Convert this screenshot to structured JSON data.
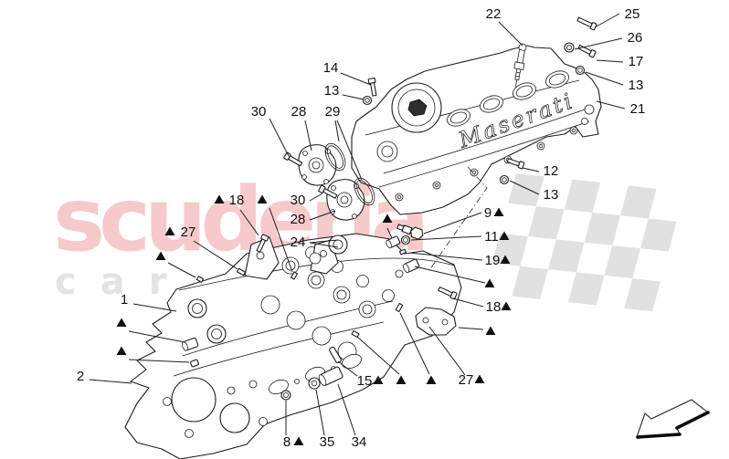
{
  "watermark": {
    "brand": "scuderia",
    "tagline": "car parts",
    "brand_color": "#f6caca",
    "tagline_color": "#e3e3e3",
    "flag_color": "#d9d9d9"
  },
  "diagram": {
    "cover_script": "Maserati",
    "description_parts": {
      "cylinder_head_label": "1",
      "camshaft_cover_label": "21"
    },
    "callouts": [
      {
        "label": "22",
        "marker": "none"
      },
      {
        "label": "25",
        "marker": "none"
      },
      {
        "label": "26",
        "marker": "none"
      },
      {
        "label": "17",
        "marker": "none"
      },
      {
        "label": "13",
        "marker": "none"
      },
      {
        "label": "21",
        "marker": "none"
      },
      {
        "label": "14",
        "marker": "none"
      },
      {
        "label": "13",
        "marker": "none"
      },
      {
        "label": "30",
        "marker": "none"
      },
      {
        "label": "28",
        "marker": "none"
      },
      {
        "label": "29",
        "marker": "none"
      },
      {
        "label": "12",
        "marker": "none"
      },
      {
        "label": "13",
        "marker": "none"
      },
      {
        "label": "9",
        "marker": "right"
      },
      {
        "label": "11",
        "marker": "right"
      },
      {
        "label": "19",
        "marker": "right"
      },
      {
        "label": "",
        "marker": "only"
      },
      {
        "label": "18",
        "marker": "right"
      },
      {
        "label": "18",
        "marker": "left"
      },
      {
        "label": "",
        "marker": "only"
      },
      {
        "label": "27",
        "marker": "left"
      },
      {
        "label": "",
        "marker": "only"
      },
      {
        "label": "30",
        "marker": "none"
      },
      {
        "label": "28",
        "marker": "none"
      },
      {
        "label": "24",
        "marker": "none"
      },
      {
        "label": "",
        "marker": "only"
      },
      {
        "label": "1",
        "marker": "none"
      },
      {
        "label": "",
        "marker": "only"
      },
      {
        "label": "",
        "marker": "only"
      },
      {
        "label": "2",
        "marker": "none"
      },
      {
        "label": "15",
        "marker": "right"
      },
      {
        "label": "",
        "marker": "only"
      },
      {
        "label": "",
        "marker": "only"
      },
      {
        "label": "27",
        "marker": "right"
      },
      {
        "label": "",
        "marker": "only"
      },
      {
        "label": "8",
        "marker": "right"
      },
      {
        "label": "35",
        "marker": "none"
      },
      {
        "label": "34",
        "marker": "none"
      }
    ]
  },
  "nav_arrow": {
    "direction": "down-left"
  }
}
